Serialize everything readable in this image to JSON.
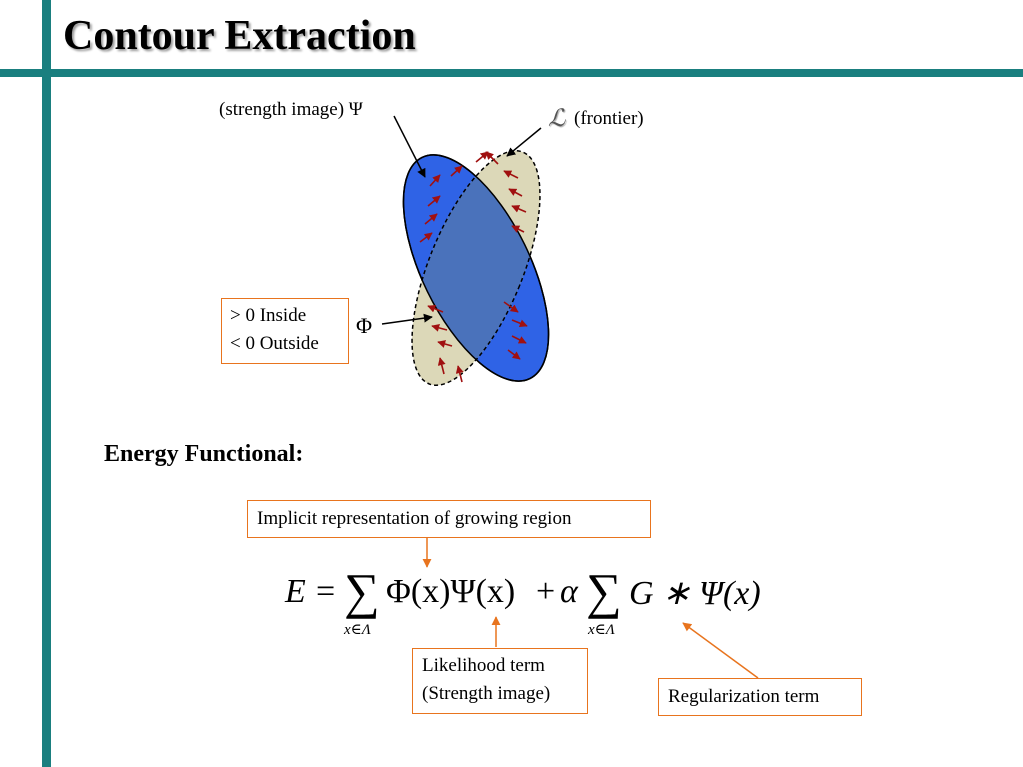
{
  "title": "Contour Extraction",
  "diagram": {
    "strength_image_label": "(strength image) Ψ",
    "frontier_symbol": "ℒ",
    "frontier_label": "(frontier)",
    "phi_symbol": "Φ",
    "phi_box_line1": "> 0 Inside",
    "phi_box_line2": "< 0 Outside",
    "colors": {
      "blue_ellipse": "#2f63e6",
      "beige_ellipse": "#dcd8b8",
      "overlap": "#4a72bb",
      "arrows": "#a01010",
      "orange": "#e8741e",
      "teal": "#1a7f7f"
    }
  },
  "energy": {
    "heading": "Energy Functional:",
    "implicit_box": "Implicit representation of growing region",
    "likelihood_line1": "Likelihood term",
    "likelihood_line2": "(Strength image)",
    "regularization_box": "Regularization term",
    "eq": {
      "E": "E",
      "eqsign": "=",
      "sum1": "∑",
      "term1": "Φ(x)Ψ(x)",
      "plus": "+",
      "alpha": "α",
      "sum2": "∑",
      "term2": "G ∗ Ψ(x)",
      "sub1": "x∈Λ",
      "sub2": "x∈Λ"
    }
  }
}
